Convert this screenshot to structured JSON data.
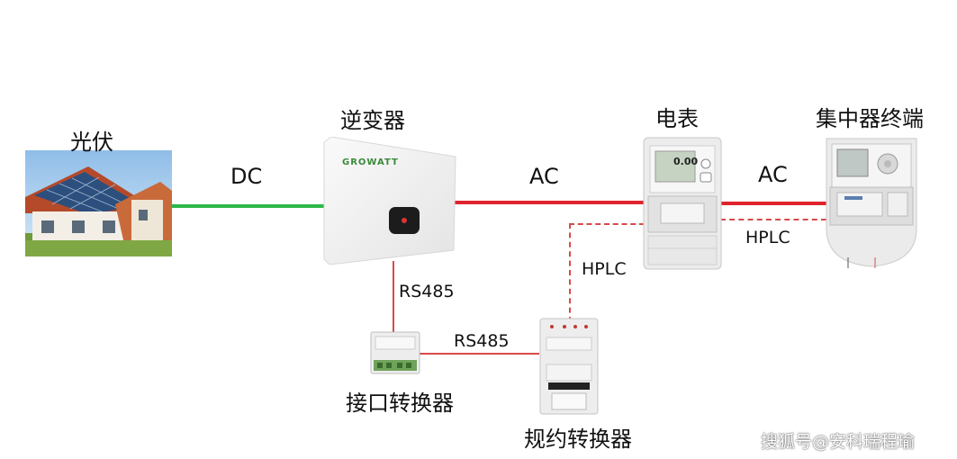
{
  "devices": {
    "pv": "光伏",
    "inverter": "逆变器",
    "meter": "电表",
    "concentrator": "集中器终端",
    "interface_converter": "接口转换器",
    "protocol_converter": "规约转换器"
  },
  "links": {
    "dc": "DC",
    "ac_inverter_meter": "AC",
    "ac_meter_concentrator": "AC",
    "hplc_meter_concentrator": "HPLC",
    "hplc_protocol": "HPLC",
    "rs485_inverter": "RS485",
    "rs485_interface": "RS485"
  },
  "inverter_brand": "GROWATT",
  "meter_display": "0.00",
  "watermark": "搜狐号@安科瑞程瑜",
  "colors": {
    "dc_wire": "#2db84a",
    "ac_wire": "#e0242e",
    "signal_wire": "#d94a4a"
  }
}
